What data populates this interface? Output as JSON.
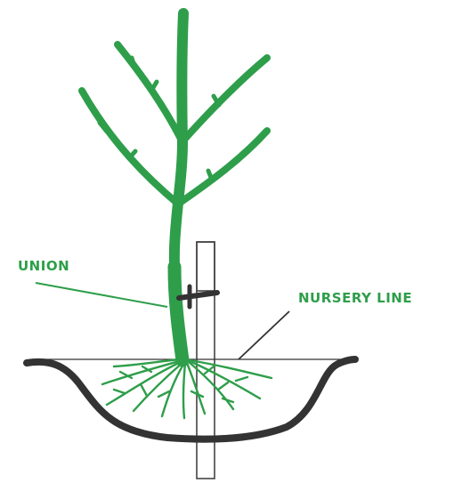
{
  "labels": {
    "union": "UNION",
    "nursery_line": "NURSERY LINE"
  },
  "colors": {
    "tree": "#2e9e4a",
    "label": "#2e9e4a",
    "soil": "#333333",
    "stake": "#444444",
    "tie": "#333333",
    "line": "#333333"
  },
  "icons": {
    "tree": "bare-root-tree",
    "stake": "support-stake",
    "hole": "planting-hole"
  }
}
